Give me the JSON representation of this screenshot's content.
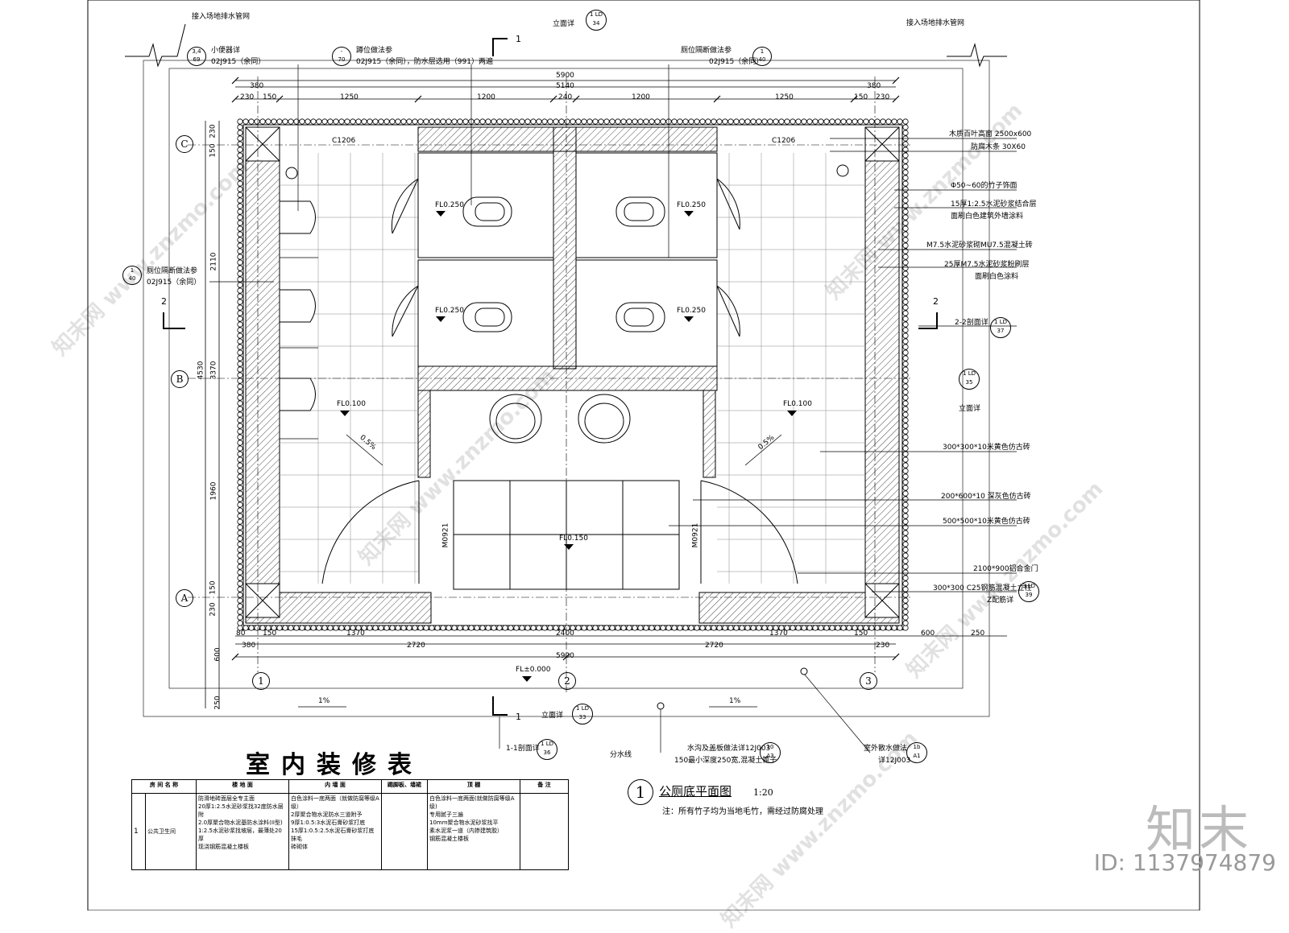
{
  "plan_title": "公厕底平面图",
  "plan_scale": "1:20",
  "plan_number": "1",
  "plan_note": "注：所有竹子均为当地毛竹，需经过防腐处理",
  "top_dims": {
    "overall": "5900",
    "inner": "5140",
    "left_offset": "380",
    "right_offset": "380",
    "segments": [
      "230",
      "150",
      "1250",
      "1200",
      "240",
      "1200",
      "1250",
      "150",
      "230"
    ]
  },
  "bottom_dims": {
    "row1": [
      "80",
      "150",
      "1370",
      "2400",
      "1370",
      "150",
      "600",
      "250"
    ],
    "row2": [
      "380",
      "2720",
      "2720",
      "230"
    ],
    "overall": "5900"
  },
  "left_dims": [
    "230",
    "150",
    "2110",
    "4530",
    "3370",
    "1960",
    "150",
    "230",
    "600",
    "250"
  ],
  "grid_rows": [
    "C",
    "B",
    "A"
  ],
  "grid_cols": [
    "1",
    "2",
    "3"
  ],
  "floor_levels": [
    "FL0.250",
    "FL0.250",
    "FL0.250",
    "FL0.250",
    "FL0.100",
    "FL0.100",
    "FL0.150",
    "FL±0.000"
  ],
  "door_tags": [
    "M0921",
    "M0921"
  ],
  "window_tags": [
    "C1206",
    "C1206"
  ],
  "slope_marks": [
    "0.5%",
    "0.5%",
    "1%",
    "1%"
  ],
  "callouts_top": [
    {
      "text": "接入场地排水管网"
    },
    {
      "text": "小便器详",
      "sub": "02J915（余同）",
      "num": "3,4",
      "sheet": "69"
    },
    {
      "text": "蹲位做法参",
      "sub": "02J915（余同），防水层选用（991）两遍",
      "num": "-",
      "sheet": "70"
    },
    {
      "text": "立面详",
      "num": "1",
      "tag": "LD",
      "sheet": "34"
    },
    {
      "text": "厕位隔断做法参",
      "sub": "02J915（余同）",
      "num": "1",
      "sheet": "40"
    },
    {
      "text": "接入场地排水管网"
    }
  ],
  "callout_left": {
    "text": "厕位隔断做法参",
    "sub": "02J915（余同）",
    "num": "1",
    "sheet": "40"
  },
  "right_notes": [
    "木质百叶高窗 2500x600",
    "防腐木条 30X60",
    "Φ50~60的竹子饰面",
    "15厚1:2.5水泥砂浆结合层",
    "面刷白色建筑外墙涂料",
    "M7.5水泥砂浆砌MU7.5混凝土砖",
    "25厚M7.5水泥砂浆粉刷层",
    "面刷白色涂料",
    "2-2剖面详",
    "立面详",
    "300*300*10米黄色仿古砖",
    "200*600*10 深灰色仿古砖",
    "500*500*10米黄色仿古砖",
    "2100*900铝合金门",
    "300*300 C25钢筋混凝土立柱",
    "Z配筋详"
  ],
  "right_refs": [
    {
      "num": "1",
      "tag": "LD",
      "sheet": "37"
    },
    {
      "num": "1",
      "tag": "LD",
      "sheet": "35"
    },
    {
      "num": "3",
      "tag": "LD",
      "sheet": "39"
    }
  ],
  "bottom_callouts": [
    {
      "text": "1-1剖面详",
      "num": "1",
      "tag": "LD",
      "sheet": "36"
    },
    {
      "text": "立面详",
      "num": "1",
      "tag": "LD",
      "sheet": "33"
    },
    {
      "text": "分水线"
    },
    {
      "text": "水沟及盖板做法详12J003",
      "sub": "150最小深度250宽,混凝土篦子",
      "num": "10",
      "sheet": "A3"
    },
    {
      "text": "室外散水做法",
      "sub": "详12J003",
      "num": "1b",
      "sheet": "A1"
    }
  ],
  "section_marks": [
    "1",
    "1",
    "2",
    "2"
  ],
  "finish_table": {
    "title": "室内装修表",
    "headers": [
      "房 间 名 称",
      "楼 地 面",
      "内 墙 面",
      "踢脚板、墙裙",
      "顶 棚",
      "备 注"
    ],
    "row_no": "1",
    "room": "公共卫生间",
    "floor": [
      "防滑地砖面层全专主面",
      "20厚1:2.5水泥砂浆找32度防水层附",
      "2.0厚聚合物水泥基防水涂料(II型)",
      "1:2.5水泥砂浆找坡层，最薄处20厚",
      "现浇钢筋混凝土楼板"
    ],
    "wall": [
      "白色涂料一底两面（就做防腐等级A级）",
      "2厚聚合物水泥防水三道附予",
      "9厚1:0.5:3水泥石膏砂浆打底",
      "15厚1:0.5:2.5水泥石膏砂浆打底抹毛",
      "砖砌体"
    ],
    "skirting": "",
    "ceiling": [
      "白色涂料一底两面(就做防腐等级A级)",
      "专用腻子三遍",
      "10mm聚合物水泥砂浆找平",
      "素水泥浆一道（内掺建筑胶）",
      "钢筋混凝土楼板"
    ],
    "remark": ""
  },
  "watermark": "www.znzmo.com",
  "watermark_brand": "知末网",
  "brand": "知末",
  "image_id": "ID: 1137974879"
}
